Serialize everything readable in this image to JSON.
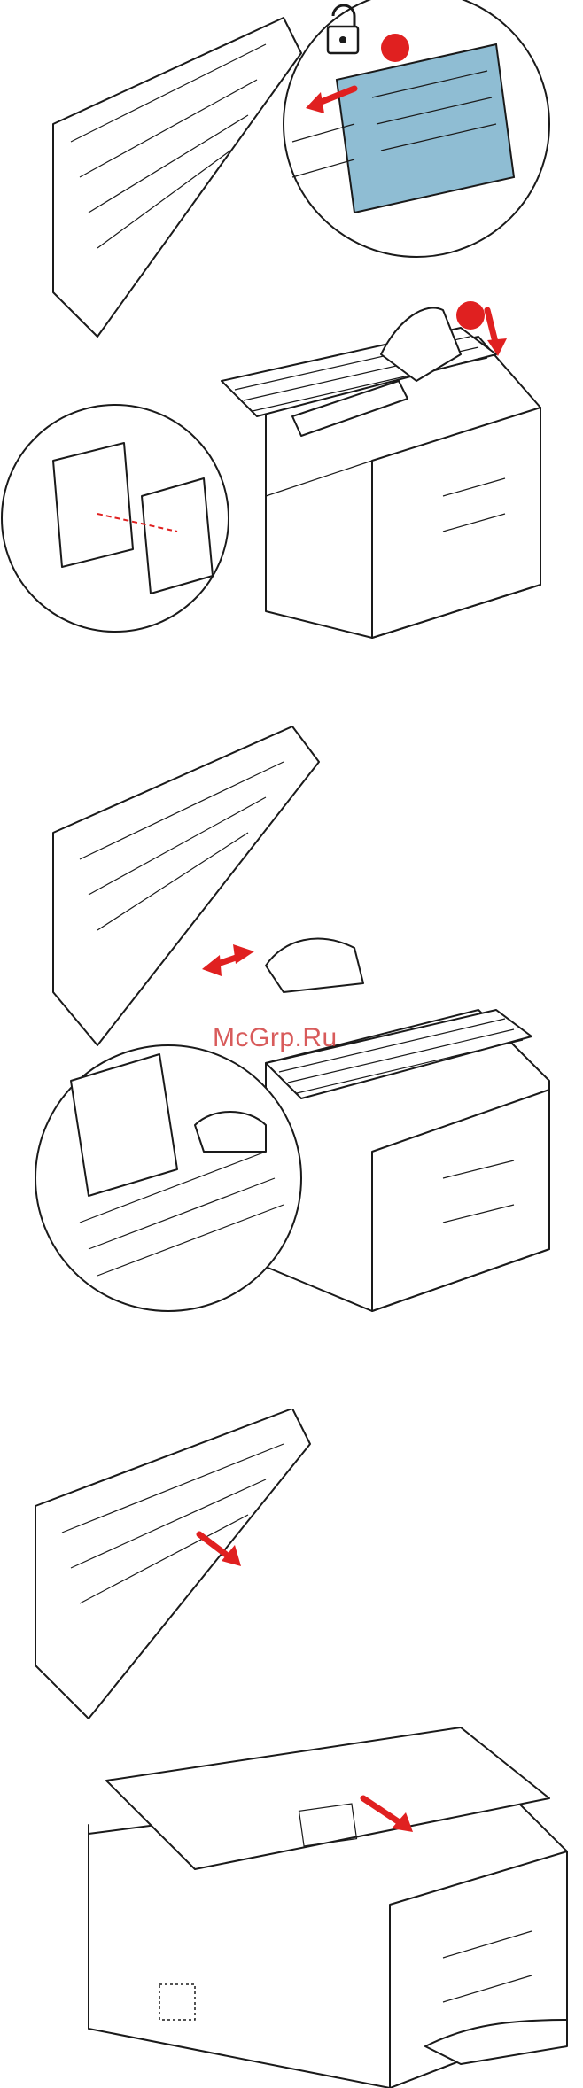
{
  "watermark": "McGrp.Ru",
  "colors": {
    "accent_red": "#e02020",
    "toner_blue": "#8fbdd3",
    "line": "#1a1a1a",
    "background": "#ffffff"
  },
  "icons": [
    "lock-icon",
    "step-marker",
    "direction-arrow"
  ]
}
